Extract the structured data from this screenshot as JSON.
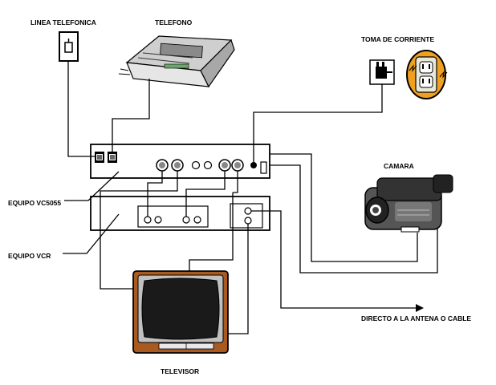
{
  "labels": {
    "phone_line": "LINEA TELEFONICA",
    "telephone": "TELEFONO",
    "outlet": "TOMA DE CORRIENTE",
    "camera": "CAMARA",
    "vc5055": "EQUIPO VC5055",
    "vcr": "EQUIPO VCR",
    "antenna": "DIRECTO A LA ANTENA O CABLE",
    "tv": "TELEVISOR"
  },
  "icons": {
    "phone_jack": "phone-jack-icon",
    "telephone": "telephone-icon",
    "plug": "plug-icon",
    "outlet": "wall-outlet-icon",
    "camera": "camcorder-icon",
    "tv": "television-icon"
  },
  "colors": {
    "outlet_fill": "#f0a020",
    "tv_wood": "#a85a20",
    "tv_screen": "#1a1a1a"
  }
}
